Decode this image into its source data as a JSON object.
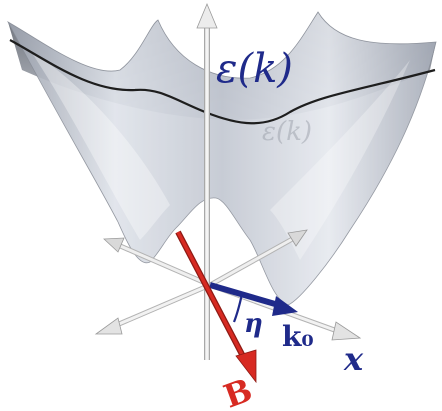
{
  "labels": {
    "energy": "ε(k)",
    "angle": "η",
    "wavevector": "k₀",
    "x_axis": "x",
    "field": "B"
  },
  "colors": {
    "surface_fill": "#c7ccd6",
    "surface_edge": "#1e1e1e",
    "axis": "#e6e6e6",
    "axis_stroke": "#9a9a9a",
    "wavevector_arrow": "#1f2a8a",
    "field_arrow": "#d72a22",
    "label_blue": "#1f2a8a",
    "label_red": "#d72a22"
  },
  "icons": {
    "axis_heads": "cone-arrowhead",
    "field_head": "cone-arrowhead"
  }
}
